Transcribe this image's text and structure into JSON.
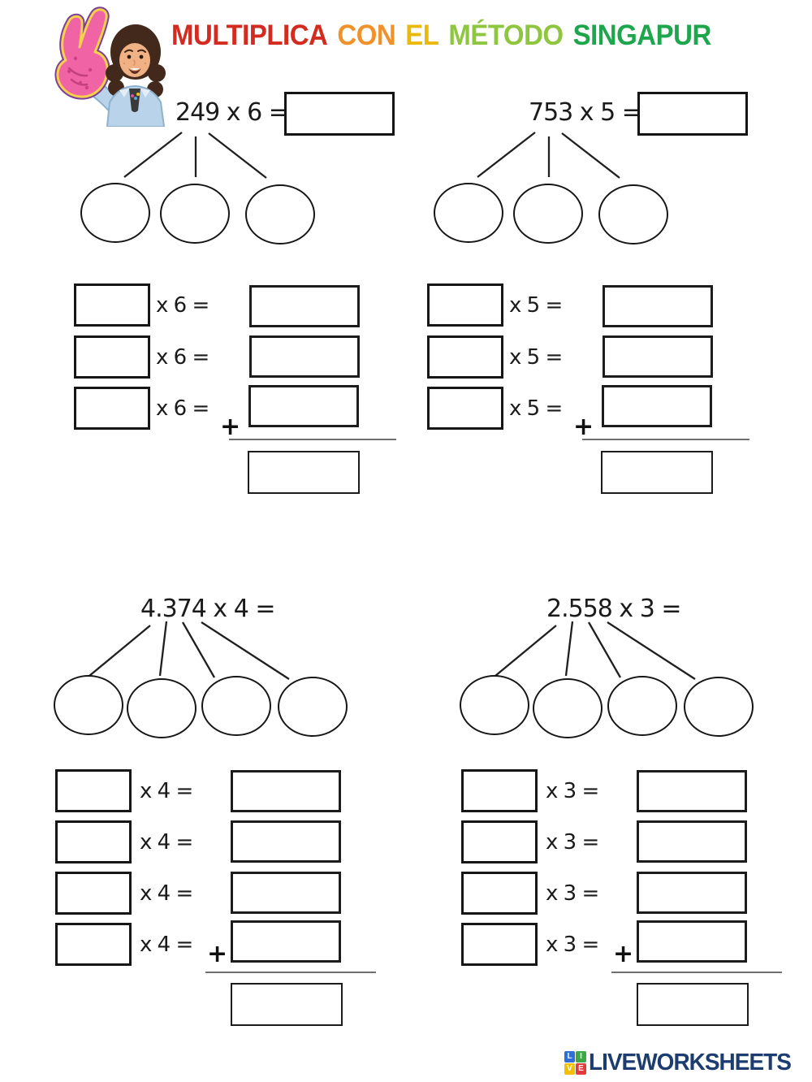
{
  "header": {
    "title_words": [
      {
        "text": "MULTIPLICA",
        "color": "#d32b1f"
      },
      {
        "text": "CON",
        "color": "#f0922c"
      },
      {
        "text": "EL",
        "color": "#e9b90b"
      },
      {
        "text": "MÉTODO",
        "color": "#8ec63f"
      },
      {
        "text": "SINGAPUR",
        "color": "#1ea64d"
      }
    ],
    "avatar": "girl-bitmoji-with-peace-sign-hand"
  },
  "problems": [
    {
      "equation": "249 x 6 =",
      "multiplier_label": "x 6 =",
      "plus": "+",
      "parts": 3,
      "has_answer_box": true
    },
    {
      "equation": "753 x 5 =",
      "multiplier_label": "x 5 =",
      "plus": "+",
      "parts": 3,
      "has_answer_box": true
    },
    {
      "equation": "4.374 x 4 =",
      "multiplier_label": "x 4 =",
      "plus": "+",
      "parts": 4,
      "has_answer_box": false
    },
    {
      "equation": "2.558 x 3 =",
      "multiplier_label": "x 3 =",
      "plus": "+",
      "parts": 4,
      "has_answer_box": false
    }
  ],
  "footer": {
    "logo": {
      "squares": [
        {
          "letter": "L",
          "color": "#2e6fd8"
        },
        {
          "letter": "I",
          "color": "#3fa846"
        },
        {
          "letter": "V",
          "color": "#f3c000"
        },
        {
          "letter": "E",
          "color": "#e23b3b"
        }
      ],
      "text": "LIVEWORKSHEETS",
      "text_color": "#1d3d70"
    }
  }
}
